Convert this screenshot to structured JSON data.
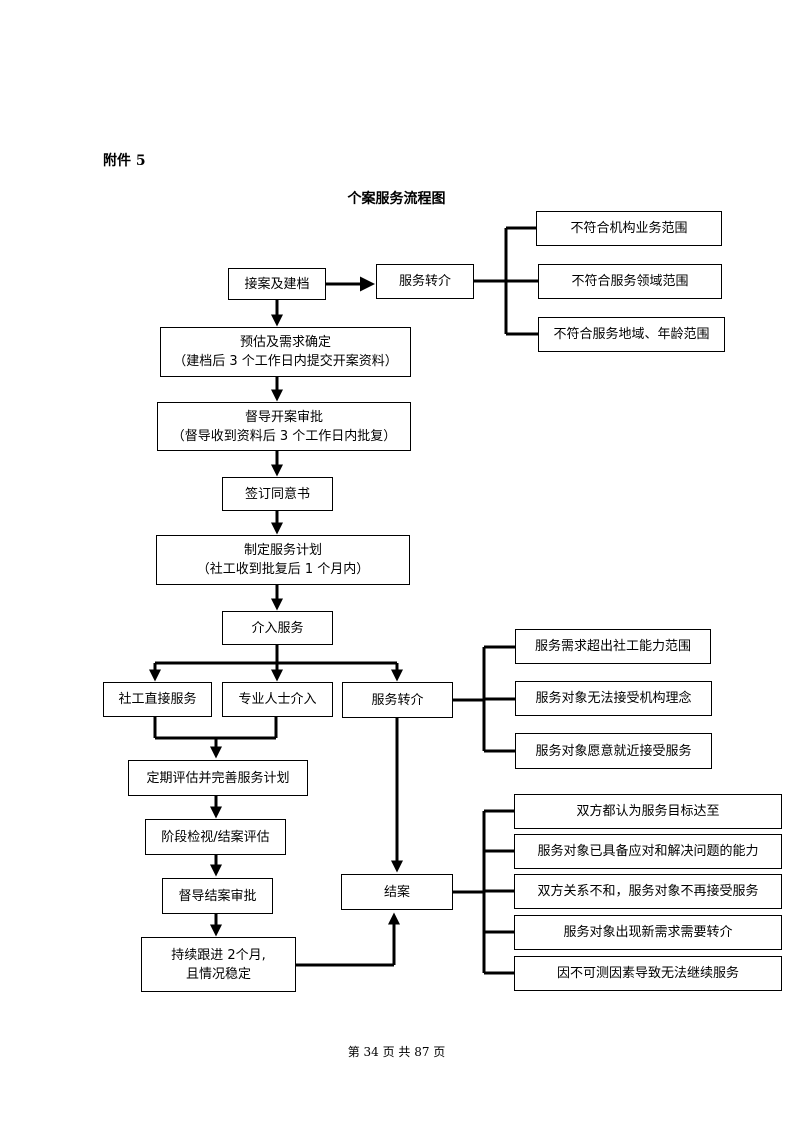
{
  "header": {
    "attachment": "附件 5",
    "title": "个案服务流程图"
  },
  "footer": {
    "page": "第 34 页 共 87 页"
  },
  "flow": {
    "intake": "接案及建档",
    "referral_top": "服务转介",
    "referral_reasons": [
      "不符合机构业务范围",
      "不符合服务领域范围",
      "不符合服务地域、年龄范围"
    ],
    "assessment": {
      "line1": "预估及需求确定",
      "line2": "（建档后 3 个工作日内提交开案资料）"
    },
    "supervisor_open": {
      "line1": "督导开案审批",
      "line2": "（督导收到资料后 3 个工作日内批复）"
    },
    "consent": "签订同意书",
    "plan": {
      "line1": "制定服务计划",
      "line2": "（社工收到批复后 1 个月内）"
    },
    "intervention": "介入服务",
    "direct_service": "社工直接服务",
    "professional": "专业人士介入",
    "referral_mid": "服务转介",
    "mid_reasons": [
      "服务需求超出社工能力范围",
      "服务对象无法接受机构理念",
      "服务对象愿意就近接受服务"
    ],
    "periodic_review": "定期评估并完善服务计划",
    "stage_review": "阶段检视/结案评估",
    "supervisor_close": "督导结案审批",
    "followup": {
      "line1": "持续跟进 2个月,",
      "line2": "且情况稳定"
    },
    "close": "结案",
    "close_reasons": [
      "双方都认为服务目标达至",
      "服务对象已具备应对和解决问题的能力",
      "双方关系不和，服务对象不再接受服务",
      "服务对象出现新需求需要转介",
      "因不可测因素导致无法继续服务"
    ]
  }
}
